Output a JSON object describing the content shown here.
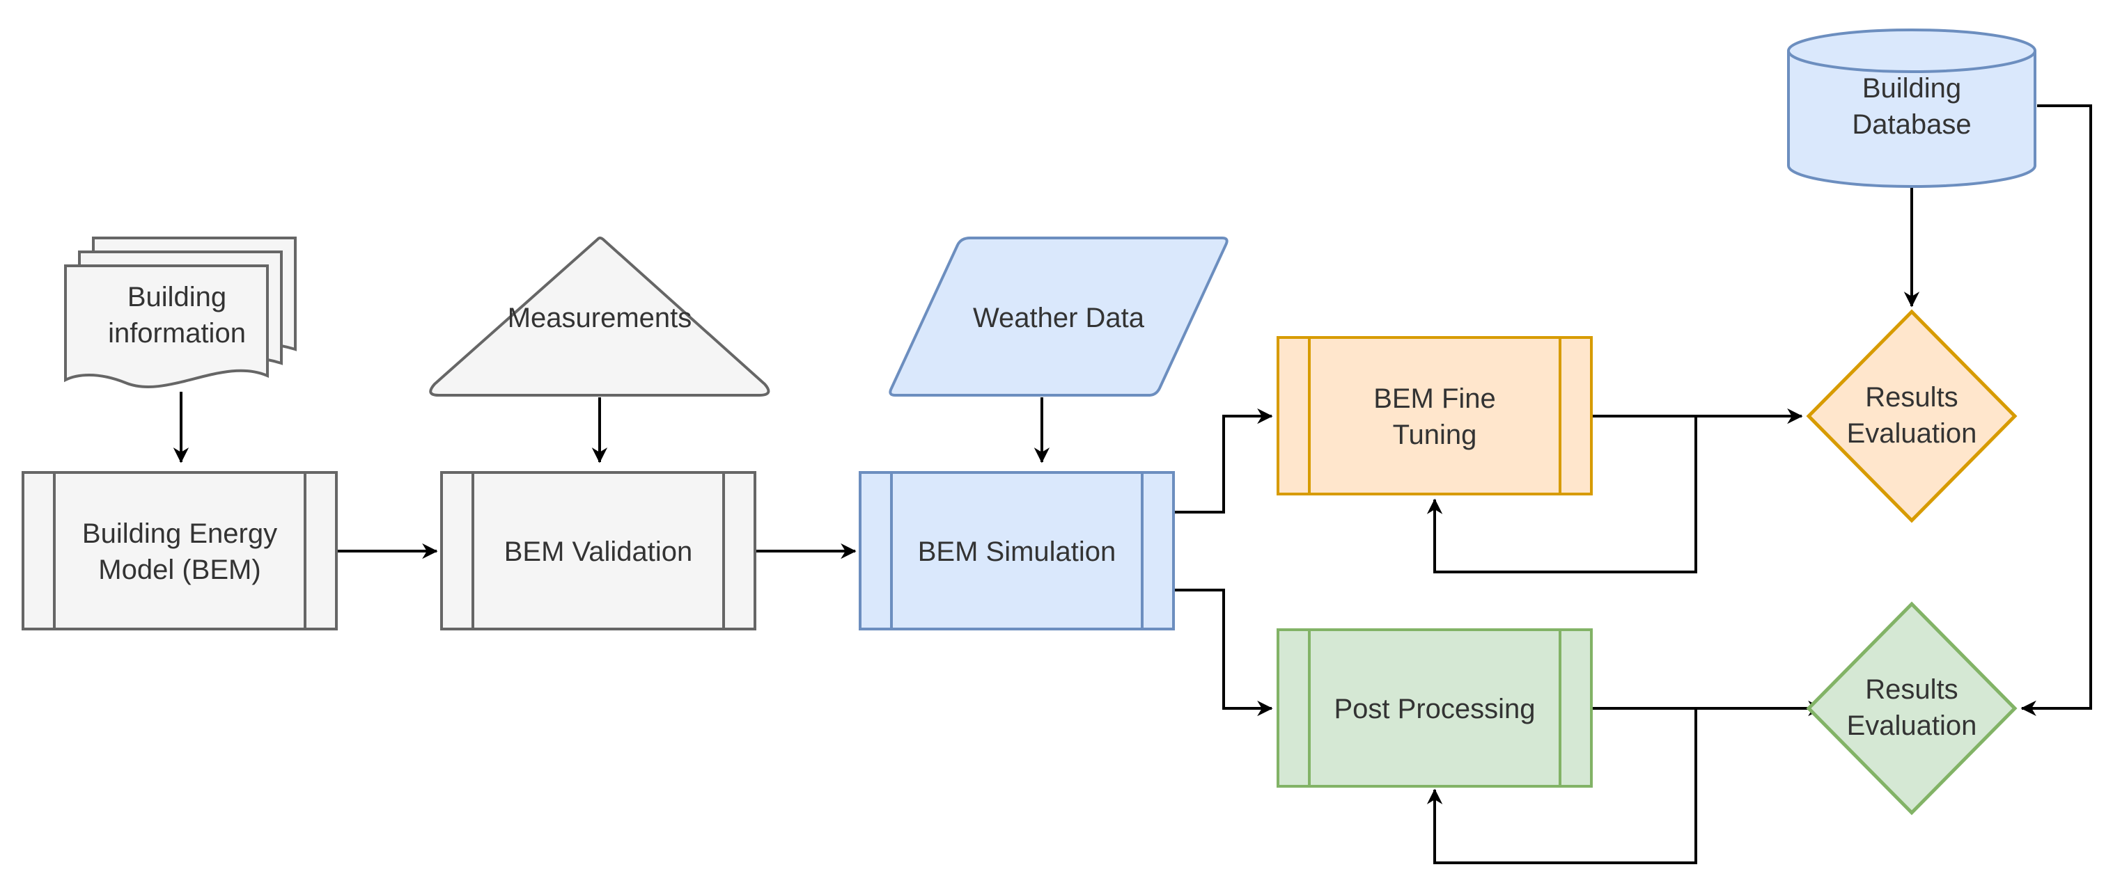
{
  "diagram": {
    "nodes": {
      "building_info": {
        "lines": [
          "Building",
          "information"
        ]
      },
      "measurements": {
        "lines": [
          "Measurements"
        ]
      },
      "weather_data": {
        "lines": [
          "Weather Data"
        ]
      },
      "building_database": {
        "lines": [
          "Building",
          "Database"
        ]
      },
      "bem": {
        "lines": [
          "Building Energy",
          "Model (BEM)"
        ]
      },
      "bem_validation": {
        "lines": [
          "BEM Validation"
        ]
      },
      "bem_simulation": {
        "lines": [
          "BEM Simulation"
        ]
      },
      "bem_fine_tuning": {
        "lines": [
          "BEM Fine",
          "Tuning"
        ]
      },
      "post_processing": {
        "lines": [
          "Post Processing"
        ]
      },
      "results_eval_top": {
        "lines": [
          "Results",
          "Evaluation"
        ]
      },
      "results_eval_bottom": {
        "lines": [
          "Results",
          "Evaluation"
        ]
      }
    },
    "colors": {
      "gray_fill": "#f5f5f5",
      "gray_stroke": "#666666",
      "blue_fill": "#dae8fc",
      "blue_stroke": "#6c8ebf",
      "orange_fill": "#ffe6cc",
      "orange_stroke": "#d79b00",
      "green_fill": "#d5e8d4",
      "green_stroke": "#82b366",
      "edge": "#000000",
      "text": "#333333"
    }
  }
}
